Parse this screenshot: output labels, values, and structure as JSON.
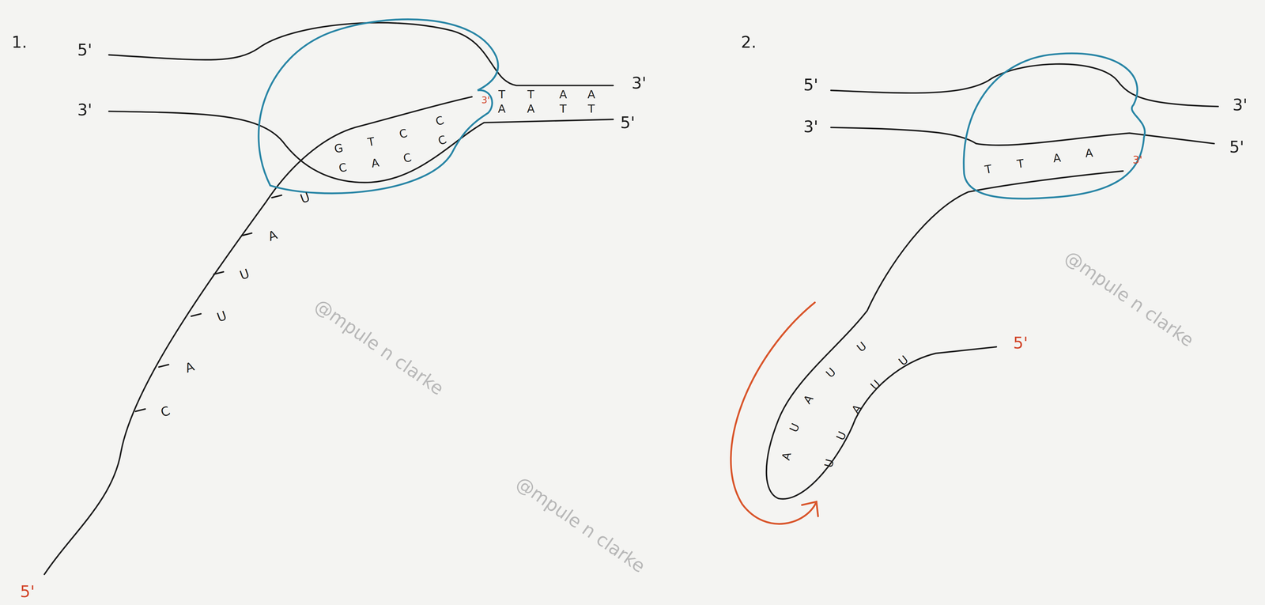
{
  "diagram": {
    "labels": [
      "1.",
      "5'",
      "3'",
      "3'",
      "5'",
      "3'",
      "T",
      "T",
      "A",
      "A",
      "A",
      "A",
      "T",
      "T",
      "G",
      "T",
      "C",
      "C",
      "C",
      "A",
      "C",
      "C",
      "U",
      "A",
      "U",
      "U",
      "A",
      "C",
      "5'",
      "2.",
      "5'",
      "3'",
      "3'",
      "5'",
      "3'",
      "T",
      "T",
      "A",
      "A",
      "U",
      "U",
      "A",
      "U",
      "A",
      "U",
      "U",
      "A",
      "U",
      "U",
      "5'",
      "@mpule n clarke",
      "@mpule n clarke",
      "@mpule n clarke"
    ]
  }
}
